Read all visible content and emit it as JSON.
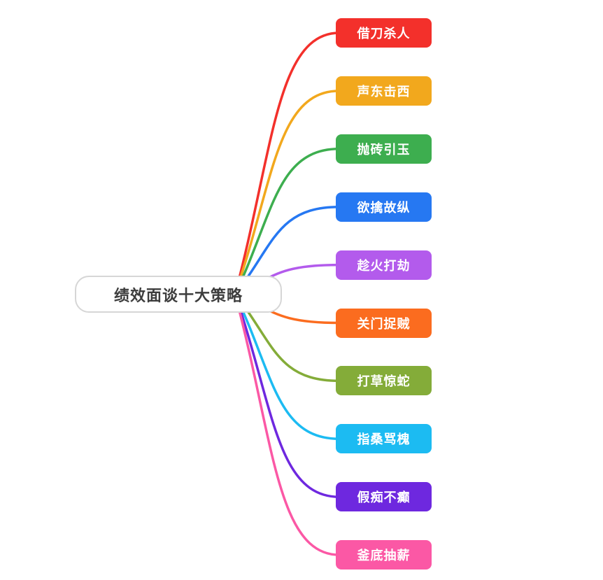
{
  "canvas": {
    "background": "#ffffff"
  },
  "root": {
    "label": "绩效面谈十大策略",
    "text_color": "#3d3d3d",
    "background": "#ffffff",
    "border_color": "#d6d6d6"
  },
  "branches": [
    {
      "label": "借刀杀人",
      "color": "#f3302b"
    },
    {
      "label": "声东击西",
      "color": "#f2a81d"
    },
    {
      "label": "抛砖引玉",
      "color": "#3dae4f"
    },
    {
      "label": "欲擒故纵",
      "color": "#2678f2"
    },
    {
      "label": "趁火打劫",
      "color": "#b35bec"
    },
    {
      "label": "关门捉贼",
      "color": "#fb6c1f"
    },
    {
      "label": "打草惊蛇",
      "color": "#84ac39"
    },
    {
      "label": "指桑骂槐",
      "color": "#1cbbf2"
    },
    {
      "label": "假痴不癫",
      "color": "#6e28df"
    },
    {
      "label": "釜底抽薪",
      "color": "#fb58a5"
    }
  ]
}
